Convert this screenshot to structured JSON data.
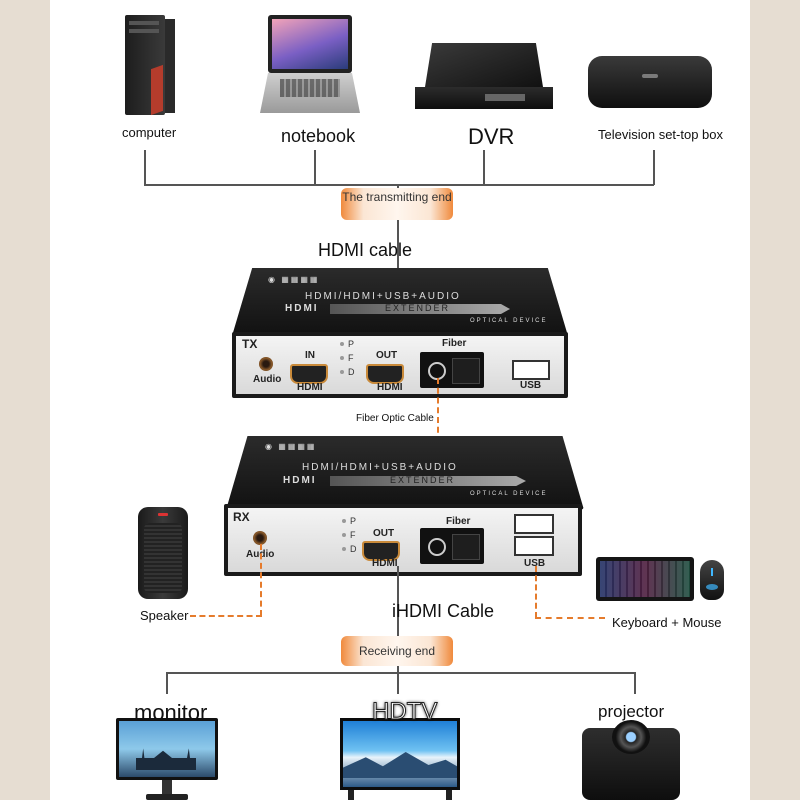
{
  "sources": {
    "computer": "computer",
    "notebook": "notebook",
    "dvr": "DVR",
    "settop": "Television set-top box"
  },
  "badges": {
    "transmitting": "The transmitting end",
    "receiving": "Receiving end"
  },
  "cables": {
    "hdmi_top": "HDMI cable",
    "fiber": "Fiber Optic Cable",
    "hdmi_bottom": "iHDMI Cable"
  },
  "tx": {
    "tag": "TX",
    "audio": "Audio",
    "in": "IN",
    "out": "OUT",
    "hdmi_in": "HDMI",
    "hdmi_out": "HDMI",
    "fiber": "Fiber",
    "usb": "USB",
    "led_p": "P",
    "led_f": "F",
    "led_d": "D",
    "top_line1": "HDMI/HDMI+USB+AUDIO",
    "top_line2": "HDMI",
    "top_line3": "EXTENDER",
    "top_line4": "OPTICAL DEVICE"
  },
  "rx": {
    "tag": "RX",
    "audio": "Audio",
    "out": "OUT",
    "hdmi_out": "HDMI",
    "fiber": "Fiber",
    "usb": "USB",
    "led_p": "P",
    "led_f": "F",
    "led_d": "D",
    "top_line1": "HDMI/HDMI+USB+AUDIO",
    "top_line2": "HDMI",
    "top_line3": "EXTENDER",
    "top_line4": "OPTICAL DEVICE"
  },
  "peripherals": {
    "speaker": "Speaker",
    "keyboard_mouse": "Keyboard + Mouse"
  },
  "displays": {
    "monitor": "monitor",
    "hdtv": "HDTV",
    "projector": "projector"
  },
  "colors": {
    "accent": "#e57b2c",
    "side_bar": "#e6ddd2"
  }
}
